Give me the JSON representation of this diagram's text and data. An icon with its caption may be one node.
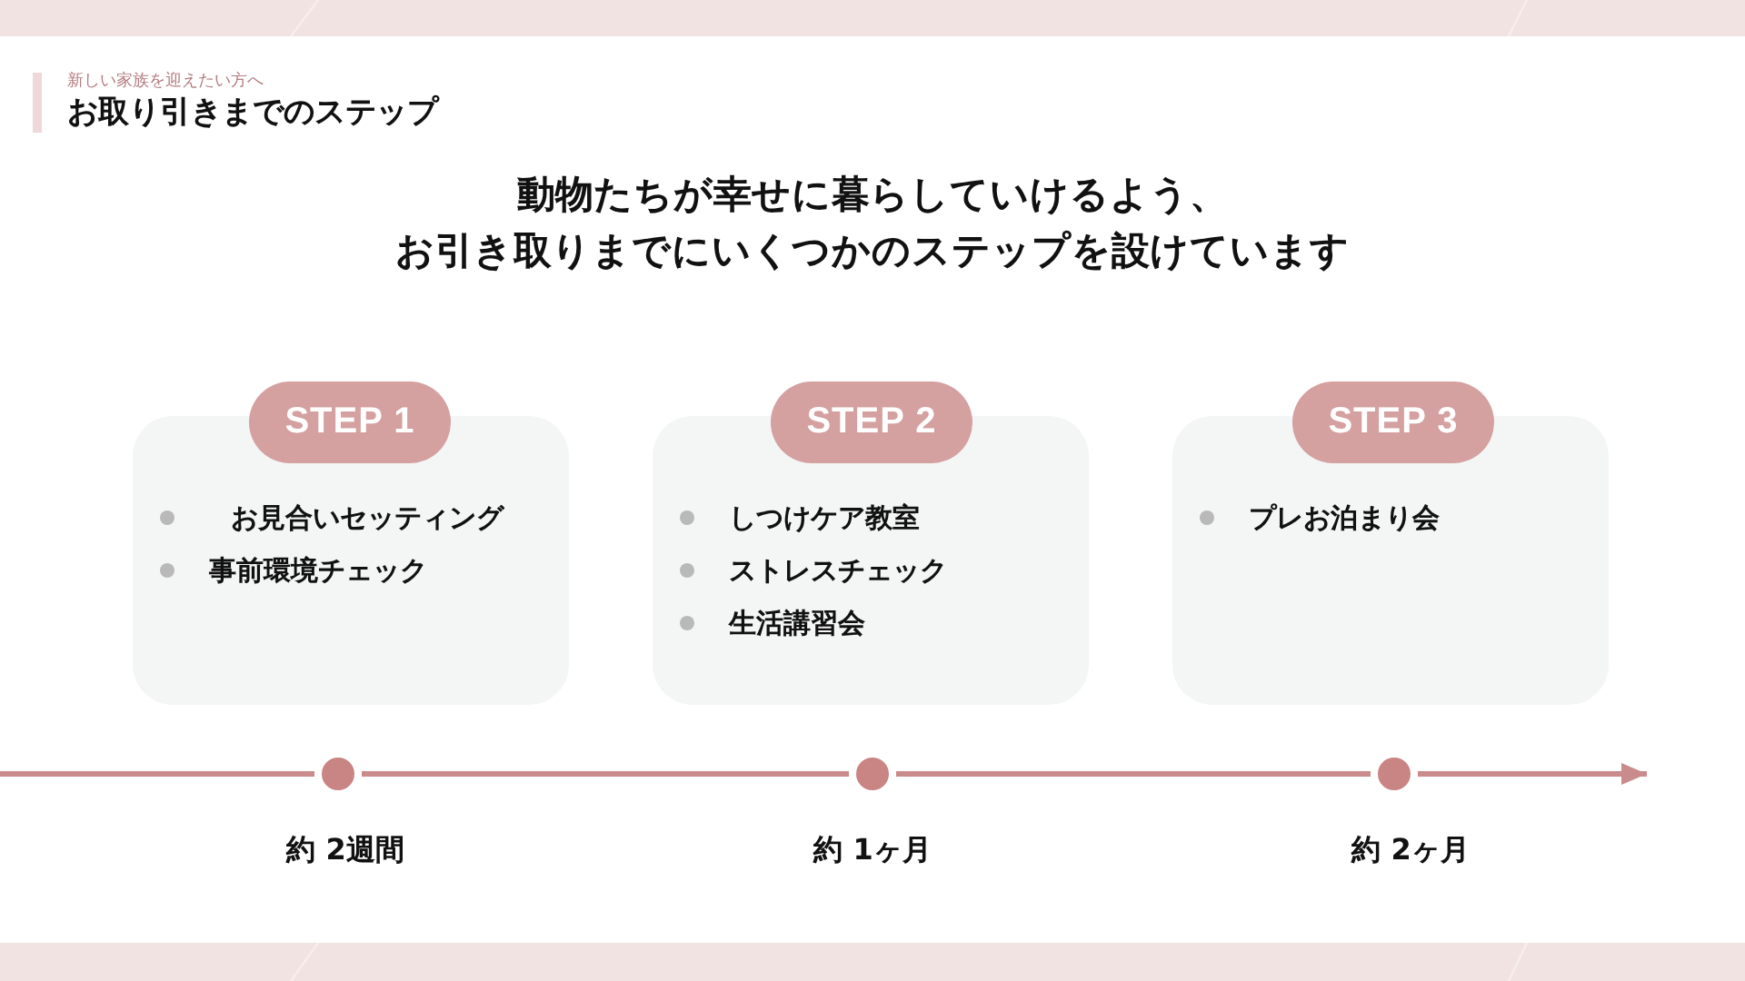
{
  "diagram": {
    "title": "お取り引きまでのステップ",
    "nodes": [
      {
        "text": [
          "STEP 1"
        ]
      },
      {
        "text": [
          "お見合いセッティング",
          "事前環境チェック"
        ]
      },
      {
        "text": [
          "STEP 2"
        ]
      },
      {
        "text": [
          "しつけケア教室",
          "ストレスチェック",
          "生活講習会"
        ]
      },
      {
        "text": [
          "STEP 3"
        ]
      },
      {
        "text": [
          "プレお泊まり会"
        ]
      },
      {
        "text": [],
        "shape": "circle",
        "beside": [
          "約 2週間"
        ]
      },
      {
        "text": [],
        "shape": "circle",
        "beside": [
          "約 1ヶ月"
        ]
      },
      {
        "text": [],
        "shape": "circle",
        "beside": [
          "約 2ヶ月"
        ]
      }
    ],
    "edges": [
      {
        "from": null,
        "to": 6,
        "arrow": "none"
      },
      {
        "from": 6,
        "to": 7,
        "arrow": "none"
      },
      {
        "from": 7,
        "to": 8,
        "arrow": "none"
      },
      {
        "from": 8,
        "to": null,
        "arrow": "to"
      }
    ],
    "labels": [
      "新しい家族を迎えたい方へ",
      "動物たちが幸せに暮らしていけるよう、お引き取りまでにいくつかのステップを設けています"
    ]
  }
}
